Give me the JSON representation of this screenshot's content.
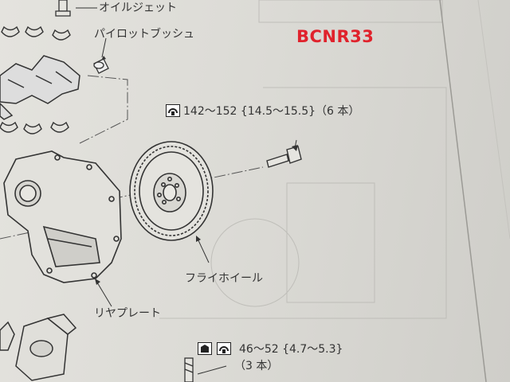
{
  "watermark": {
    "model": "BCNR33",
    "color": "#e0222c"
  },
  "labels": {
    "oil_jet": "オイルジェット",
    "pilot_bushing": "パイロットブッシュ",
    "flywheel": "フライホイール",
    "rear_plate": "リヤプレート"
  },
  "torque_flywheel": {
    "icon": "wrench-torque-icon",
    "value": "142～152 {14.5～15.5}（6 本）"
  },
  "torque_rear_plate": {
    "icons": [
      "sealant-icon",
      "wrench-torque-icon"
    ],
    "value": "46～52 {4.7～5.3}",
    "count": "（3 本）"
  }
}
